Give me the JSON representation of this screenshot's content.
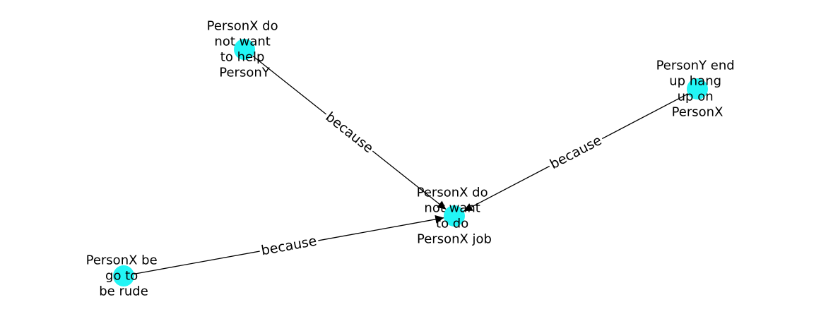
{
  "graph": {
    "node_color": "#22f5f5",
    "edge_color": "#000000",
    "label_color": "#000000",
    "background": "#ffffff",
    "nodes": [
      {
        "id": "help",
        "lines": [
          "PersonX do",
          "not want",
          "to help",
          "PersonY"
        ]
      },
      {
        "id": "hangup",
        "lines": [
          "PersonY end",
          "up hang",
          "up on",
          "PersonX"
        ]
      },
      {
        "id": "job",
        "lines": [
          "PersonX do",
          "not want",
          "to do",
          "PersonX job"
        ]
      },
      {
        "id": "rude",
        "lines": [
          "PersonX be",
          "go to",
          "be rude"
        ]
      }
    ],
    "edges": [
      {
        "from": "help",
        "to": "job",
        "label": "because"
      },
      {
        "from": "hangup",
        "to": "job",
        "label": "because"
      },
      {
        "from": "rude",
        "to": "job",
        "label": "because"
      }
    ]
  }
}
